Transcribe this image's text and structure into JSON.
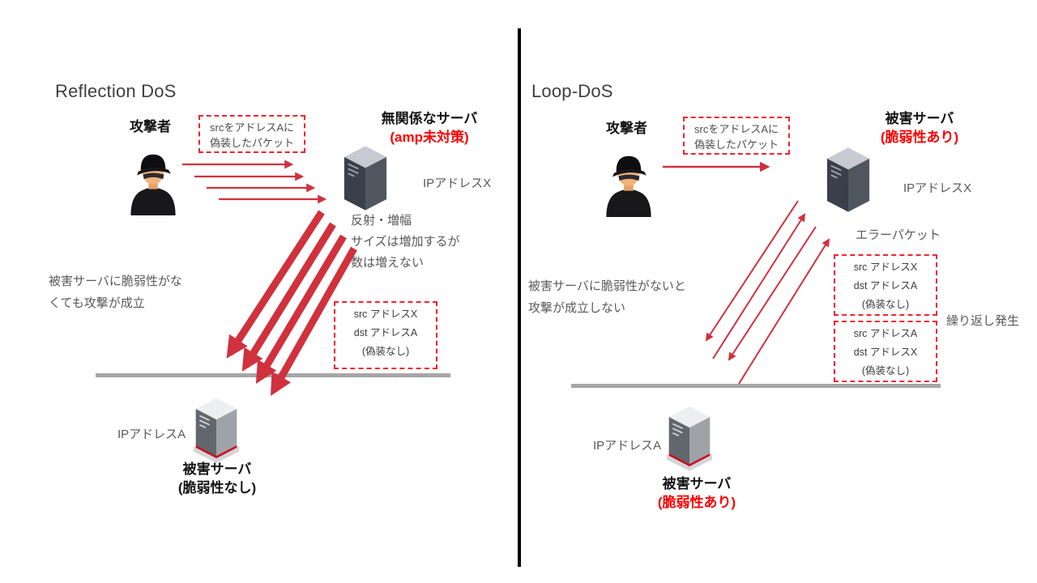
{
  "colors": {
    "arrow_red": "#d0313d",
    "dashed_border_red": "#ef2430",
    "alert_text_red": "#ff0000",
    "note_gray": "#595959",
    "baseline_gray": "#a6a6a6",
    "divider_black": "#000000"
  },
  "left": {
    "title": "Reflection DoS",
    "attacker_label": "攻撃者",
    "spoof_box": {
      "line1": "srcをアドレスAに",
      "line2": "偽装したパケット"
    },
    "server_top": {
      "name": "無関係なサーバ",
      "note": "(amp未対策)",
      "ip": "IPアドレスX"
    },
    "reflection_note": {
      "line1": "反射・増幅",
      "line2": "サイズは増加するが",
      "line3": "数は増えない"
    },
    "side_note": {
      "line1": "被害サーバに脆弱性がな",
      "line2": "くても攻撃が成立"
    },
    "packet_box": {
      "line1": "src アドレスX",
      "line2": "dst アドレスA",
      "line3": "(偽装なし)"
    },
    "server_bottom": {
      "ip": "IPアドレスA",
      "name": "被害サーバ",
      "note": "(脆弱性なし)"
    }
  },
  "right": {
    "title": "Loop-DoS",
    "attacker_label": "攻撃者",
    "spoof_box": {
      "line1": "srcをアドレスAに",
      "line2": "偽装したパケット"
    },
    "server_top": {
      "name": "被害サーバ",
      "note": "(脆弱性あり)",
      "ip": "IPアドレスX"
    },
    "error_label": "エラーパケット",
    "side_note": {
      "line1": "被害サーバに脆弱性がないと",
      "line2": "攻撃が成立しない"
    },
    "packet_box_1": {
      "line1": "src アドレスX",
      "line2": "dst アドレスA",
      "line3": "(偽装なし)"
    },
    "packet_box_2": {
      "line1": "src アドレスA",
      "line2": "dst アドレスX",
      "line3": "(偽装なし)"
    },
    "repeat_label": "繰り返し発生",
    "server_bottom": {
      "ip": "IPアドレスA",
      "name": "被害サーバ",
      "note": "(脆弱性あり)"
    }
  }
}
